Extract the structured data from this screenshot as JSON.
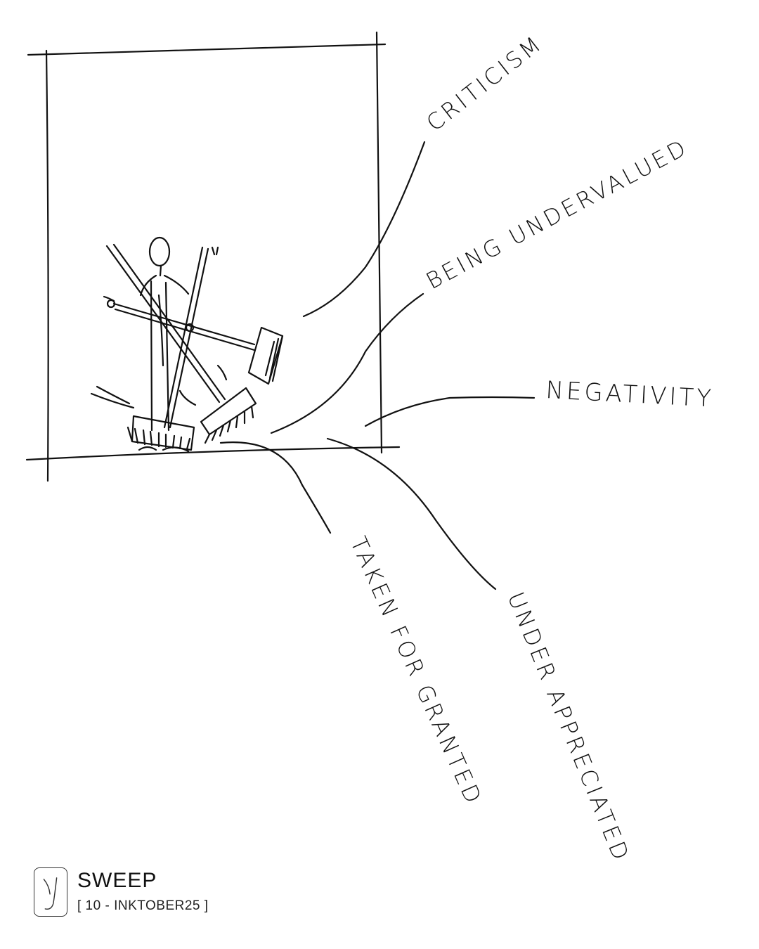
{
  "labels": {
    "criticism": "CRITICISM",
    "being_undervalued": "BEING UNDERVALUED",
    "negativity": "NEGATIVITY",
    "taken_for_granted": "TAKEN FOR GRANTED",
    "under_appreciated": "UNDER APPRECIATED"
  },
  "footer": {
    "logo_letter": "y",
    "title": "SWEEP",
    "subtitle": "[ 10 - INKTOBER25 ]"
  }
}
